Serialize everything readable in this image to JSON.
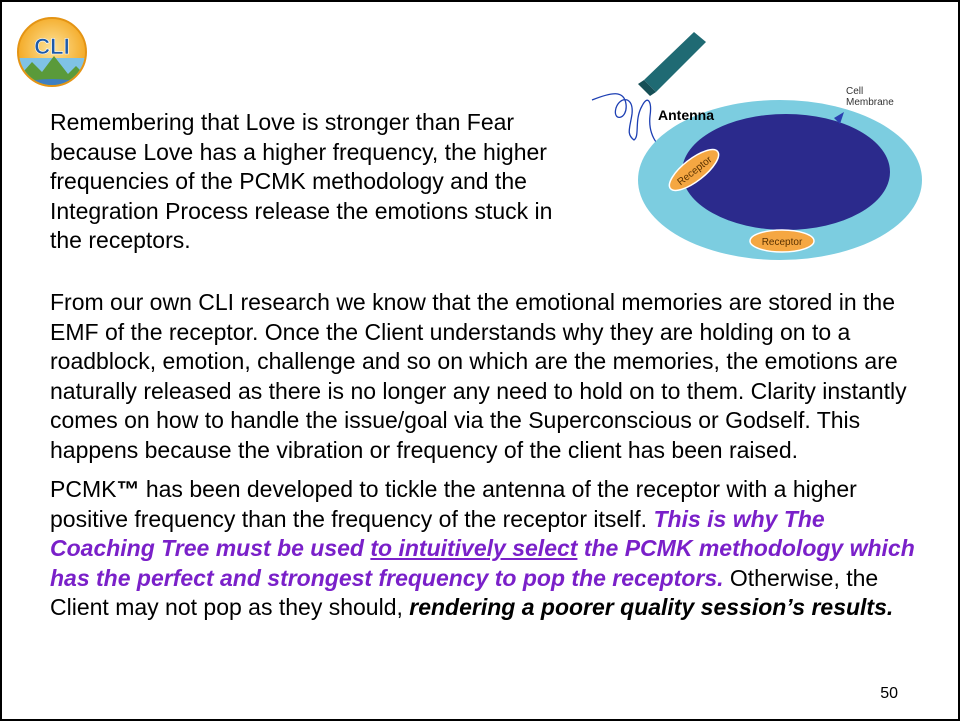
{
  "logo": {
    "text": "CLI",
    "colors": {
      "sun": "#f3a51c",
      "sky": "#7fc2e6",
      "mountain": "#5a9a3a",
      "text": "#1e5aa8"
    }
  },
  "intro": {
    "text": "Remembering that Love is stronger than Fear because Love has a higher frequency, the higher frequencies of the PCMK methodology and the Integration Process release the emotions stuck in the receptors."
  },
  "diagram": {
    "antenna_label": "Antenna",
    "membrane_label_line1": "Cell",
    "membrane_label_line2": "Membrane",
    "receptor_top_label": "Receptor",
    "receptor_bottom_label": "Receptor",
    "colors": {
      "membrane": "#7ccde0",
      "nucleus": "#2b2a8c",
      "receptor": "#f5a742",
      "antenna_bar": "#1f6a73",
      "wave": "#1d3fb3"
    }
  },
  "body": {
    "para1": "From our own CLI research we know that the emotional memories are stored in the EMF of the receptor. Once the Client understands why they are holding on to a roadblock, emotion, challenge and so on which are the memories, the emotions are naturally released as there is no longer any need to hold on to them. Clarity instantly comes on how to handle the issue/goal via the Superconscious or Godself.  This happens because the vibration or frequency of the client has been raised.",
    "para2_a": "PCMK",
    "para2_tm": "™",
    "para2_b": " has been developed to tickle the antenna of the receptor with a higher positive frequency than the frequency of the receptor itself. ",
    "para2_emph_a": "This is why The Coaching Tree must be used ",
    "para2_emph_u": "to intuitively select",
    "para2_emph_b": " the PCMK methodology which has the perfect and strongest frequency to pop the receptors.",
    "para2_c": " Otherwise, the Client may not pop as they should, ",
    "para2_bold_it": "rendering a poorer quality session’s results."
  },
  "page_number": "50",
  "accent_color": "#7a20c9"
}
